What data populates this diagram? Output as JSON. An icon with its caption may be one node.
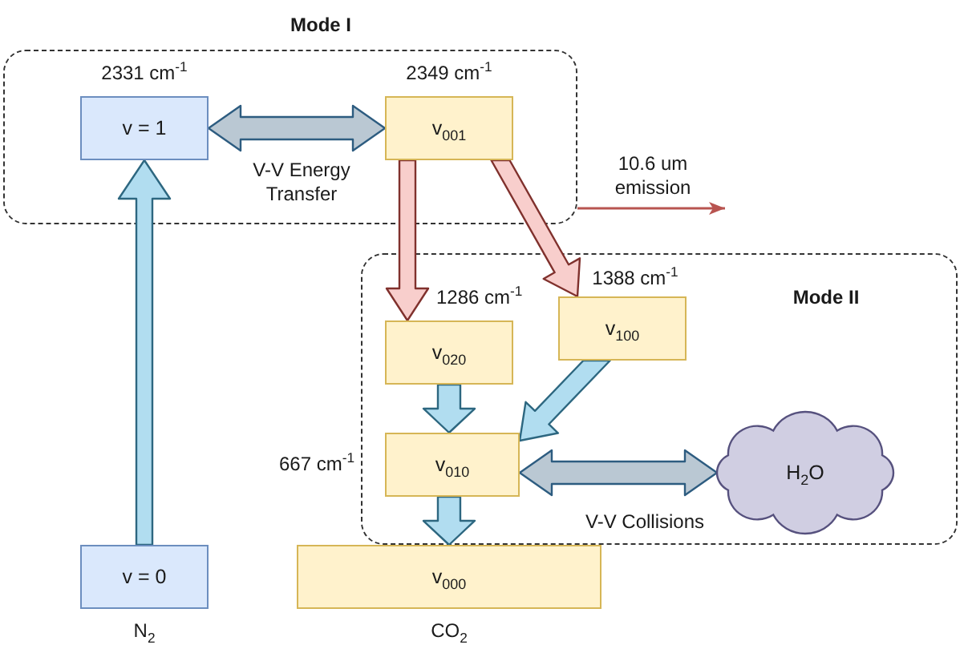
{
  "diagram": {
    "nodes": [
      {
        "text": [
          "Mode I"
        ]
      },
      {
        "text": [
          "v = 1"
        ],
        "in": 0,
        "beside": [
          "2331 cm$^{-1}$"
        ]
      },
      {
        "text": [
          "v$_{001}$"
        ],
        "in": 0,
        "beside": [
          "2349 cm$^{-1}$"
        ]
      },
      {
        "text": [
          "Mode II"
        ]
      },
      {
        "text": [
          "v$_{020}$"
        ],
        "in": 3,
        "beside": [
          "1286 cm$^{-1}$"
        ]
      },
      {
        "text": [
          "v$_{100}$"
        ],
        "in": 3,
        "beside": [
          "1388 cm$^{-1}$"
        ]
      },
      {
        "text": [
          "v$_{010}$"
        ],
        "in": 3,
        "beside": [
          "667 cm$^{-1}$"
        ]
      },
      {
        "text": [
          "H$_{2}$O"
        ],
        "in": 3
      },
      {
        "text": [
          "v = 0"
        ],
        "beside": [
          "N$_{2}$"
        ]
      },
      {
        "text": [
          "v$_{000}$"
        ],
        "beside": [
          "CO$_{2}$"
        ]
      }
    ],
    "edges": [
      {
        "from": 1,
        "to": 2,
        "arrow": "both",
        "label": "V-V Energy Transfer",
        "style": "thick",
        "color": "#bac8d3"
      },
      {
        "from": 2,
        "to": 4,
        "arrow": "to",
        "style": "thick",
        "color": "#f8cecc"
      },
      {
        "from": 2,
        "to": 5,
        "arrow": "to",
        "style": "thick",
        "color": "#f8cecc"
      },
      {
        "from": 0,
        "to": null,
        "arrow": "to",
        "label": "10.6 um emission",
        "color": "#b85450"
      },
      {
        "from": 4,
        "to": 6,
        "arrow": "to",
        "style": "thick"
      },
      {
        "from": 5,
        "to": 6,
        "arrow": "to",
        "style": "thick"
      },
      {
        "from": 6,
        "to": 7,
        "arrow": "both",
        "label": "V-V Collisions",
        "style": "thick",
        "color": "#bac8d3"
      },
      {
        "from": 6,
        "to": 9,
        "arrow": "to",
        "style": "thick"
      },
      {
        "from": 8,
        "to": 1,
        "arrow": "to",
        "style": "thick"
      }
    ]
  }
}
